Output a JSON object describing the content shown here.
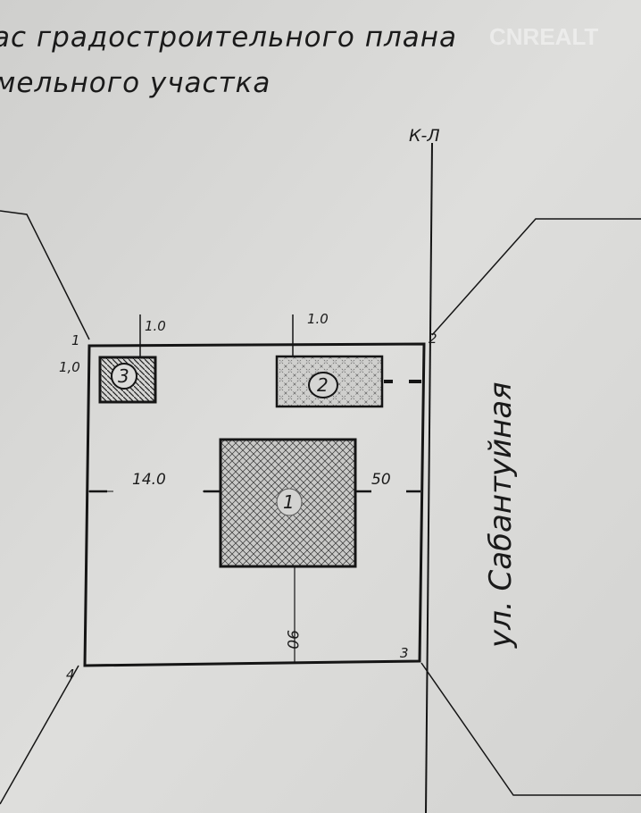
{
  "title": {
    "line1": "ас градостроительного плана",
    "line2": "мельного участка"
  },
  "watermark": "CNREALT",
  "red_line_label": "К-Л",
  "street_label": "ул. Сабантуйная",
  "corner_points": [
    "1",
    "2",
    "3",
    "4"
  ],
  "buildings": [
    {
      "id": "1",
      "hatch": "cross"
    },
    {
      "id": "2",
      "hatch": "cross-light"
    },
    {
      "id": "3",
      "hatch": "diagonal"
    }
  ],
  "dimensions": {
    "b3_top": "1.0",
    "b3_left": "1,0",
    "b2_top": "1.0",
    "b1_left": "14.0",
    "b1_right": "50",
    "b1_bottom": "90"
  },
  "colors": {
    "paper": "#d9d9d7",
    "ink": "#151515"
  }
}
